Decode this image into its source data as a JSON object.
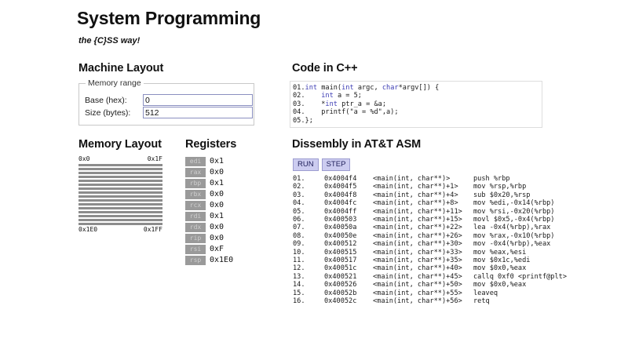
{
  "header": {
    "title": "System Programming",
    "subtitle": "the {C}SS way!"
  },
  "sections": {
    "machine_layout": "Machine Layout",
    "memory_layout": "Memory Layout",
    "registers": "Registers",
    "code": "Code in C++",
    "disassembly": "Dissembly in AT&T ASM"
  },
  "memory_range": {
    "legend": "Memory range",
    "base_label": "Base (hex):",
    "base_value": "0",
    "size_label": "Size (bytes):",
    "size_value": "512"
  },
  "memory_layout": {
    "top_left": "0x0",
    "top_right": "0x1F",
    "bottom_left": "0x1E0",
    "bottom_right": "0x1FF",
    "row_count": 16,
    "row_color": "#8c8c8c"
  },
  "registers": [
    {
      "name": "edi",
      "value": "0x1"
    },
    {
      "name": "rax",
      "value": "0x0"
    },
    {
      "name": "rbp",
      "value": "0x1"
    },
    {
      "name": "rbx",
      "value": "0x0"
    },
    {
      "name": "rcx",
      "value": "0x0"
    },
    {
      "name": "rdi",
      "value": "0x1"
    },
    {
      "name": "rdx",
      "value": "0x0"
    },
    {
      "name": "rip",
      "value": "0x0"
    },
    {
      "name": "rsi",
      "value": "0xF"
    },
    {
      "name": "rsp",
      "value": "0x1E0"
    }
  ],
  "code": [
    {
      "no": "01.",
      "parts": [
        {
          "t": "int ",
          "k": true
        },
        {
          "t": "main(",
          "k": false
        },
        {
          "t": "int ",
          "k": true
        },
        {
          "t": "argc, ",
          "k": false
        },
        {
          "t": "char",
          "k": true
        },
        {
          "t": "*argv[]) {",
          "k": false
        }
      ]
    },
    {
      "no": "02.",
      "parts": [
        {
          "t": "    ",
          "k": false
        },
        {
          "t": "int ",
          "k": true
        },
        {
          "t": "a = 5;",
          "k": false
        }
      ]
    },
    {
      "no": "03.",
      "parts": [
        {
          "t": "    *",
          "k": false
        },
        {
          "t": "int ",
          "k": true
        },
        {
          "t": "ptr_a = &a;",
          "k": false
        }
      ]
    },
    {
      "no": "04.",
      "parts": [
        {
          "t": "    printf(\"a = %d\",a);",
          "k": false
        }
      ]
    },
    {
      "no": "05.",
      "parts": [
        {
          "t": "};",
          "k": false
        }
      ]
    }
  ],
  "asm_buttons": {
    "run": "RUN",
    "step": "STEP",
    "color": "#ccccf0"
  },
  "asm": [
    {
      "no": "01.",
      "addr": "0x4004f4",
      "sym": "<main(int, char**)>",
      "ins": "push %rbp"
    },
    {
      "no": "02.",
      "addr": "0x4004f5",
      "sym": "<main(int, char**)+1>",
      "ins": "mov %rsp,%rbp"
    },
    {
      "no": "03.",
      "addr": "0x4004f8",
      "sym": "<main(int, char**)+4>",
      "ins": "sub $0x20,%rsp"
    },
    {
      "no": "04.",
      "addr": "0x4004fc",
      "sym": "<main(int, char**)+8>",
      "ins": "mov %edi,-0x14(%rbp)"
    },
    {
      "no": "05.",
      "addr": "0x4004ff",
      "sym": "<main(int, char**)+11>",
      "ins": "mov %rsi,-0x20(%rbp)"
    },
    {
      "no": "06.",
      "addr": "0x400503",
      "sym": "<main(int, char**)+15>",
      "ins": "movl $0x5,-0x4(%rbp)"
    },
    {
      "no": "07.",
      "addr": "0x40050a",
      "sym": "<main(int, char**)+22>",
      "ins": "lea -0x4(%rbp),%rax"
    },
    {
      "no": "08.",
      "addr": "0x40050e",
      "sym": "<main(int, char**)+26>",
      "ins": "mov %rax,-0x10(%rbp)"
    },
    {
      "no": "09.",
      "addr": "0x400512",
      "sym": "<main(int, char**)+30>",
      "ins": "mov -0x4(%rbp),%eax"
    },
    {
      "no": "10.",
      "addr": "0x400515",
      "sym": "<main(int, char**)+33>",
      "ins": "mov %eax,%esi"
    },
    {
      "no": "11.",
      "addr": "0x400517",
      "sym": "<main(int, char**)+35>",
      "ins": "mov $0x1c,%edi"
    },
    {
      "no": "12.",
      "addr": "0x40051c",
      "sym": "<main(int, char**)+40>",
      "ins": "mov $0x0,%eax"
    },
    {
      "no": "13.",
      "addr": "0x400521",
      "sym": "<main(int, char**)+45>",
      "ins": "callq 0xf0 <printf@plt>"
    },
    {
      "no": "14.",
      "addr": "0x400526",
      "sym": "<main(int, char**)+50>",
      "ins": "mov $0x0,%eax"
    },
    {
      "no": "15.",
      "addr": "0x40052b",
      "sym": "<main(int, char**)+55>",
      "ins": "leaveq"
    },
    {
      "no": "16.",
      "addr": "0x40052c",
      "sym": "<main(int, char**)+56>",
      "ins": "retq"
    }
  ]
}
